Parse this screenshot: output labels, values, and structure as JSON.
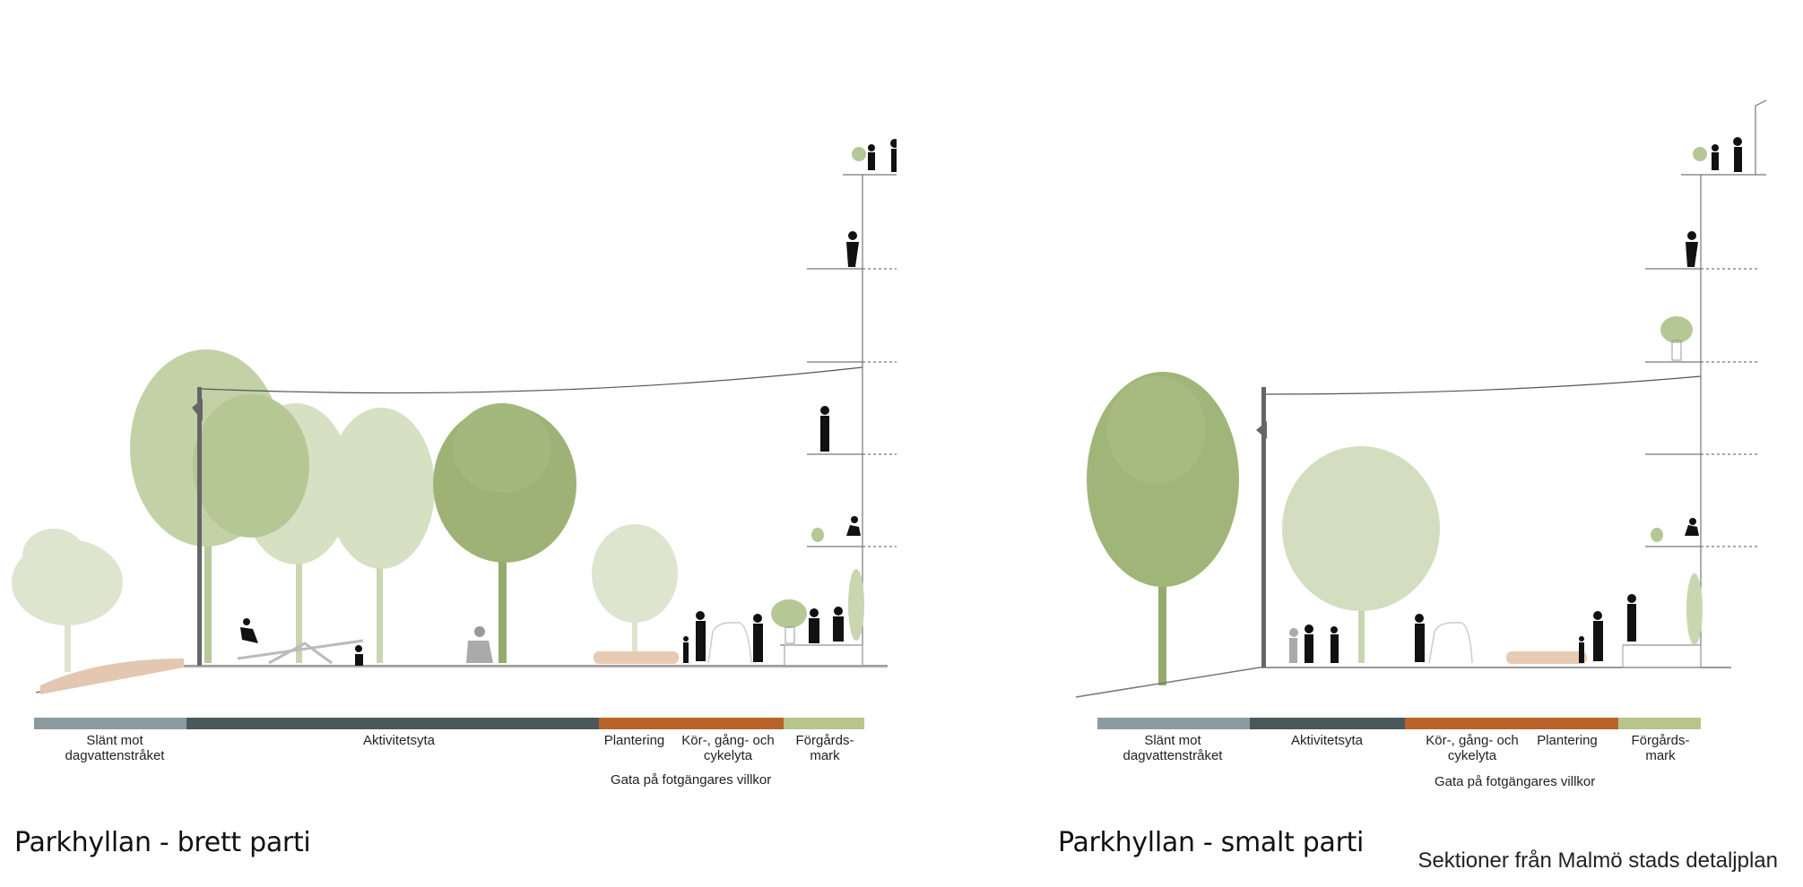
{
  "colors": {
    "slope": "#8c9ba0",
    "activity": "#4a585c",
    "planting": "#b8632a",
    "street": "#b8632a",
    "yard": "#b7c58a",
    "tree_dark": "#95ab6c",
    "tree_light": "#c9d6b0",
    "tree_pale": "#dde5cf"
  },
  "sections": [
    {
      "title": "Parkhyllan - brett parti",
      "street_label": "Gata på fotgängares villkor",
      "zones": [
        {
          "label": "Slänt mot\ndagvattenstråket",
          "color": "slope"
        },
        {
          "label": "Aktivitetsyta",
          "color": "activity"
        },
        {
          "label": "Plantering",
          "color": "planting"
        },
        {
          "label": "Kör-, gång- och\ncykelyta",
          "color": "street"
        },
        {
          "label": "Förgårds-\nmark",
          "color": "yard"
        }
      ]
    },
    {
      "title": "Parkhyllan - smalt parti",
      "street_label": "Gata på fotgängares villkor",
      "zones": [
        {
          "label": "Slänt mot\ndagvattenstråket",
          "color": "slope"
        },
        {
          "label": "Aktivitetsyta",
          "color": "activity"
        },
        {
          "label": "Kör-, gång- och\ncykelyta",
          "color": "street"
        },
        {
          "label": "Plantering",
          "color": "planting"
        },
        {
          "label": "Förgårds-\nmark",
          "color": "yard"
        }
      ]
    }
  ],
  "source_note": "Sektioner från Malmö stads detaljplan"
}
